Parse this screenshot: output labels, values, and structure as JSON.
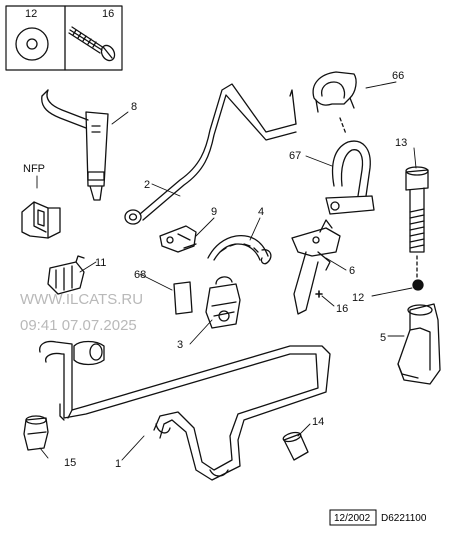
{
  "diagram": {
    "inset_labels": [
      "12",
      "16"
    ],
    "callouts": {
      "p1": "1",
      "p2": "2",
      "p3": "3",
      "p4": "4",
      "p5": "5",
      "p6": "6",
      "p8": "8",
      "p9": "9",
      "p11": "11",
      "p12_inset": "12",
      "p12": "12",
      "p13": "13",
      "p14": "14",
      "p15": "15",
      "p16_inset": "16",
      "p16": "16",
      "p66": "66",
      "p67": "67",
      "p68": "68",
      "nfp": "NFP"
    },
    "watermark": {
      "line1": "WWW.ILCATS.RU",
      "line2": "09:41 07.07.2025"
    },
    "footer": {
      "date": "12/2002",
      "code": "D6221100"
    }
  }
}
